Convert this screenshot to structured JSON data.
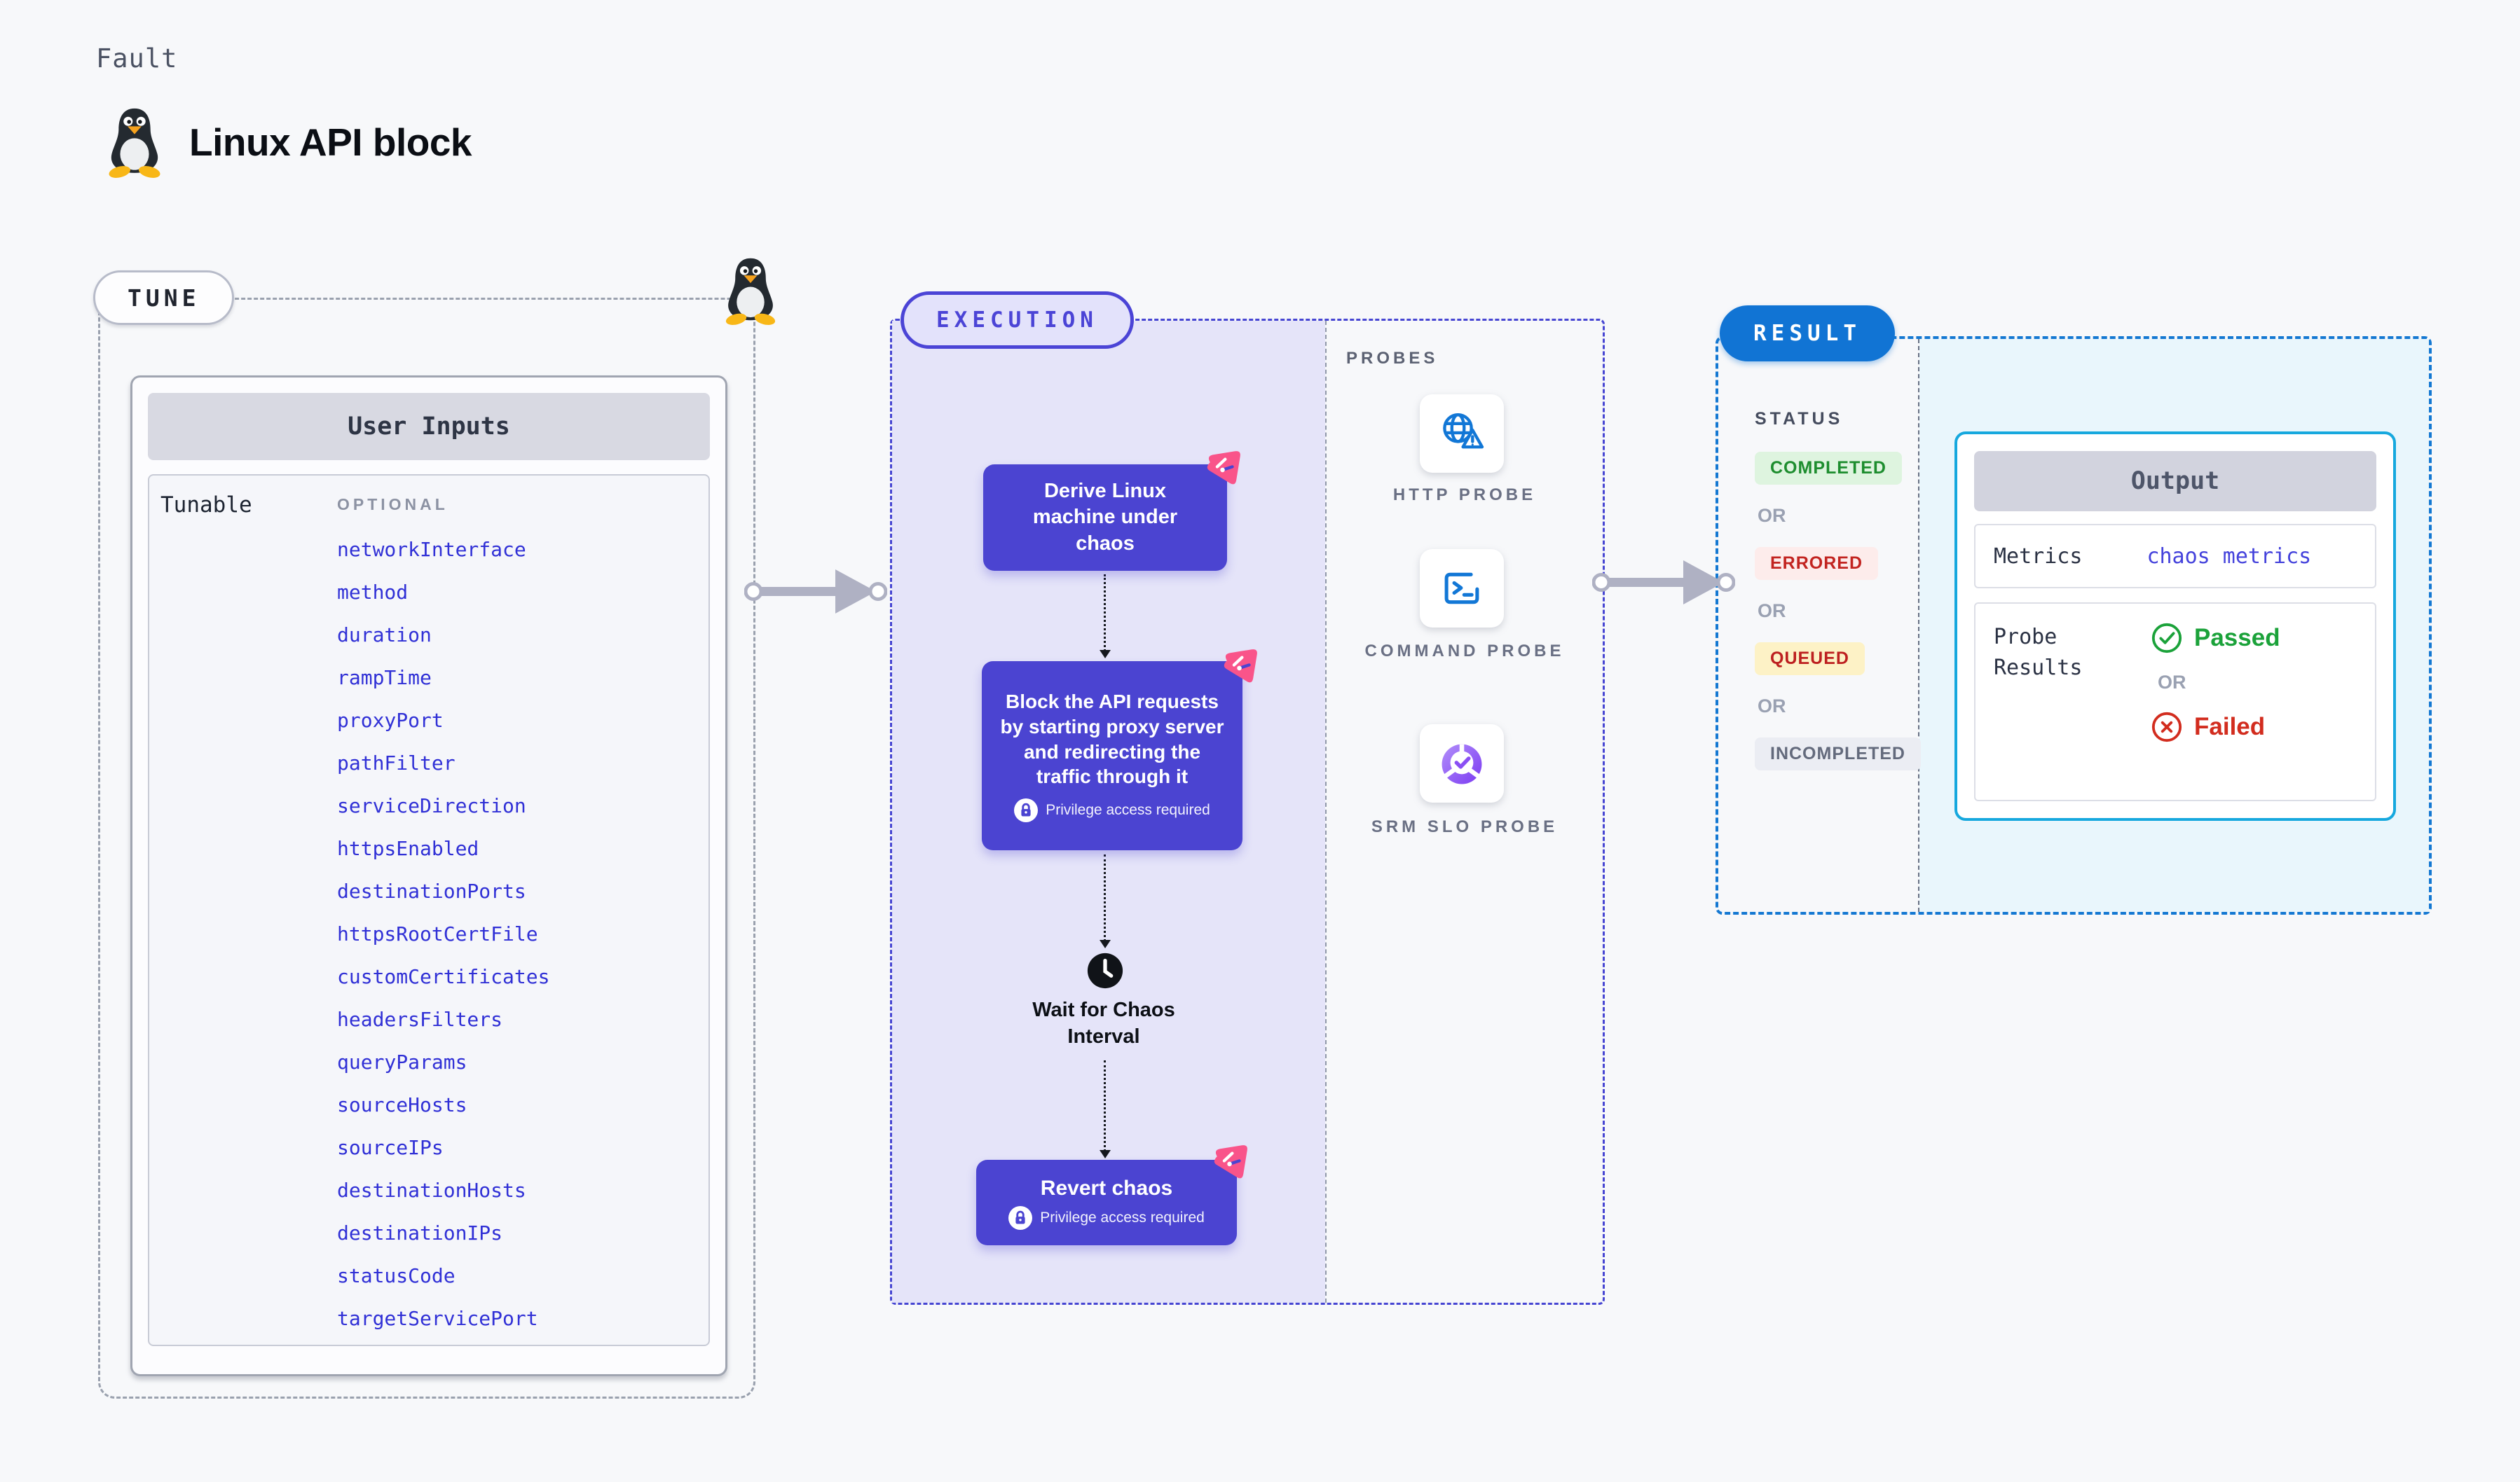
{
  "page": {
    "kicker": "Fault",
    "title": "Linux API block"
  },
  "tune": {
    "label": "TUNE",
    "card_title": "User Inputs",
    "row_label": "Tunable",
    "row_tag": "OPTIONAL",
    "params": [
      "networkInterface",
      "method",
      "duration",
      "rampTime",
      "proxyPort",
      "pathFilter",
      "serviceDirection",
      "httpsEnabled",
      "destinationPorts",
      "httpsRootCertFile",
      "customCertificates",
      "headersFilters",
      "queryParams",
      "sourceHosts",
      "sourceIPs",
      "destinationHosts",
      "destinationIPs",
      "statusCode",
      "targetServicePort"
    ]
  },
  "execution": {
    "label": "EXECUTION",
    "derive_step": "Derive Linux machine under chaos",
    "block_step": "Block the API requests by starting proxy server and redirecting the traffic through it",
    "wait_step": "Wait for Chaos Interval",
    "revert_step": "Revert chaos",
    "privilege_note": "Privilege access required"
  },
  "probes": {
    "label": "PROBES",
    "items": [
      "HTTP PROBE",
      "COMMAND PROBE",
      "SRM SLO PROBE"
    ]
  },
  "result": {
    "label": "RESULT",
    "status_label": "STATUS",
    "or_label": "OR",
    "statuses": [
      {
        "text": "COMPLETED",
        "type": "green"
      },
      {
        "text": "ERRORED",
        "type": "red"
      },
      {
        "text": "QUEUED",
        "type": "yellow"
      },
      {
        "text": "INCOMPLETED",
        "type": "gray"
      }
    ],
    "output": {
      "title": "Output",
      "metrics_label": "Metrics",
      "metrics_value": "chaos metrics",
      "probe_results_label": "Probe Results",
      "passed": "Passed",
      "failed": "Failed"
    }
  },
  "colors": {
    "page_bg": "#f7f8fa",
    "indigo_step": "#4b44d1",
    "indigo_border": "#4645d2",
    "lavender_fill": "#e5e4f9",
    "pink_chaos": "#f9548a",
    "result_blue": "#1174d4",
    "output_border": "#16a8de",
    "result_fill": "#e9f6fc",
    "param_blue": "#3030d6",
    "passed_green": "#1ba23a",
    "failed_red": "#d22c1e",
    "probe_icon_blue": "#1277d6",
    "srm_purple": "#8a4ff4"
  }
}
